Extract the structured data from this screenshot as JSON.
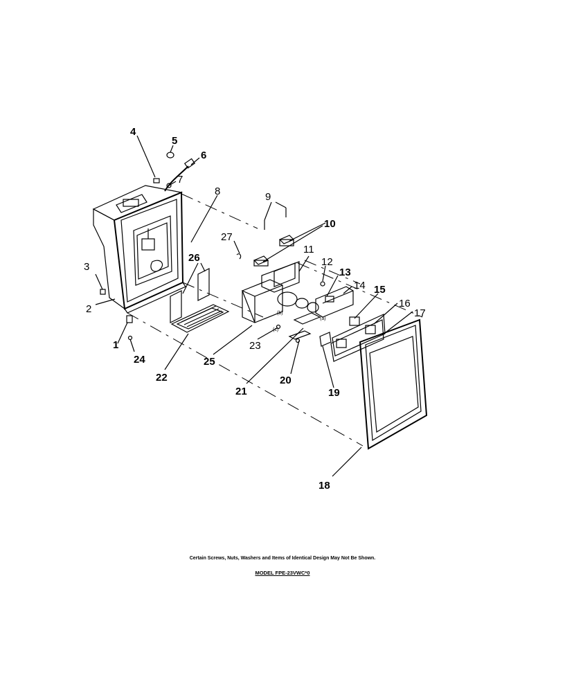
{
  "callouts": [
    {
      "id": "1",
      "text": "1"
    },
    {
      "id": "2",
      "text": "2"
    },
    {
      "id": "3",
      "text": "3"
    },
    {
      "id": "4",
      "text": "4"
    },
    {
      "id": "5",
      "text": "5"
    },
    {
      "id": "6",
      "text": "6"
    },
    {
      "id": "7",
      "text": "7"
    },
    {
      "id": "8",
      "text": "8"
    },
    {
      "id": "9",
      "text": "9"
    },
    {
      "id": "10",
      "text": "10"
    },
    {
      "id": "11",
      "text": "11"
    },
    {
      "id": "12",
      "text": "12"
    },
    {
      "id": "13",
      "text": "13"
    },
    {
      "id": "14",
      "text": "14"
    },
    {
      "id": "15",
      "text": "15"
    },
    {
      "id": "16",
      "text": "16"
    },
    {
      "id": "17",
      "text": "17"
    },
    {
      "id": "18",
      "text": "18"
    },
    {
      "id": "19",
      "text": "19"
    },
    {
      "id": "20",
      "text": "20"
    },
    {
      "id": "21",
      "text": "21"
    },
    {
      "id": "22",
      "text": "22"
    },
    {
      "id": "23",
      "text": "23"
    },
    {
      "id": "24",
      "text": "24"
    },
    {
      "id": "25",
      "text": "25"
    },
    {
      "id": "26",
      "text": "26"
    },
    {
      "id": "27",
      "text": "27"
    }
  ],
  "sub_labels": [
    "(b)",
    "(c)",
    "(a)"
  ],
  "notes": {
    "disclaimer": "Certain Screws, Nuts, Washers and Items of Identical Design May Not Be Shown.",
    "model": "MODEL FPE-23VWC*0"
  }
}
